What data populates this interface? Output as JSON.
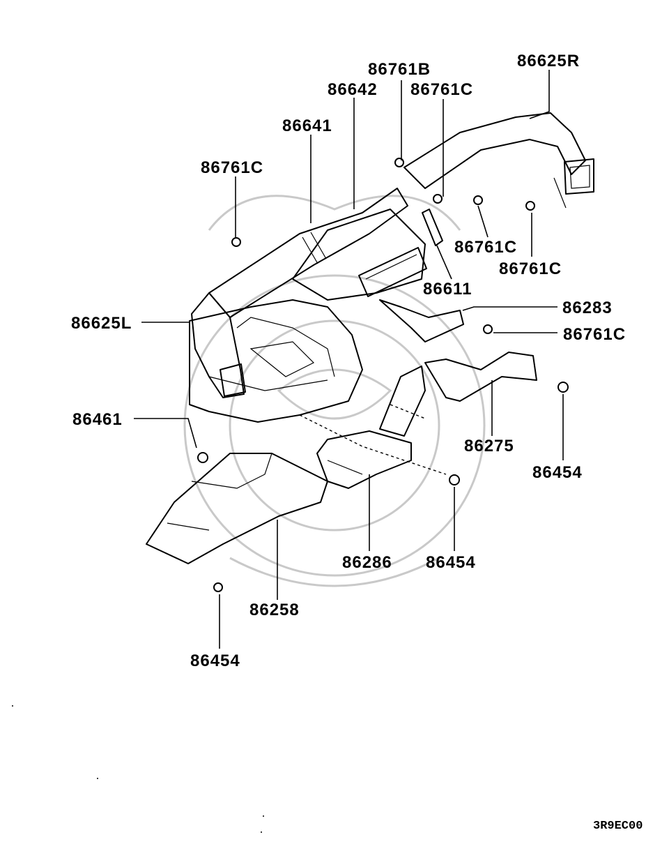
{
  "diagram": {
    "drawing_code": "3R9EC00",
    "callouts": {
      "p86625R": "86625R",
      "p86761B": "86761B",
      "p86642": "86642",
      "p86761C_top": "86761C",
      "p86641": "86641",
      "p86761C_left": "86761C",
      "p86761C_mid": "86761C",
      "p86761C_right": "86761C",
      "p86611": "86611",
      "p86283": "86283",
      "p86761C_low": "86761C",
      "p86625L": "86625L",
      "p86275": "86275",
      "p86454_right": "86454",
      "p86461": "86461",
      "p86286": "86286",
      "p86454_mid": "86454",
      "p86258": "86258",
      "p86454_bottom": "86454"
    }
  }
}
